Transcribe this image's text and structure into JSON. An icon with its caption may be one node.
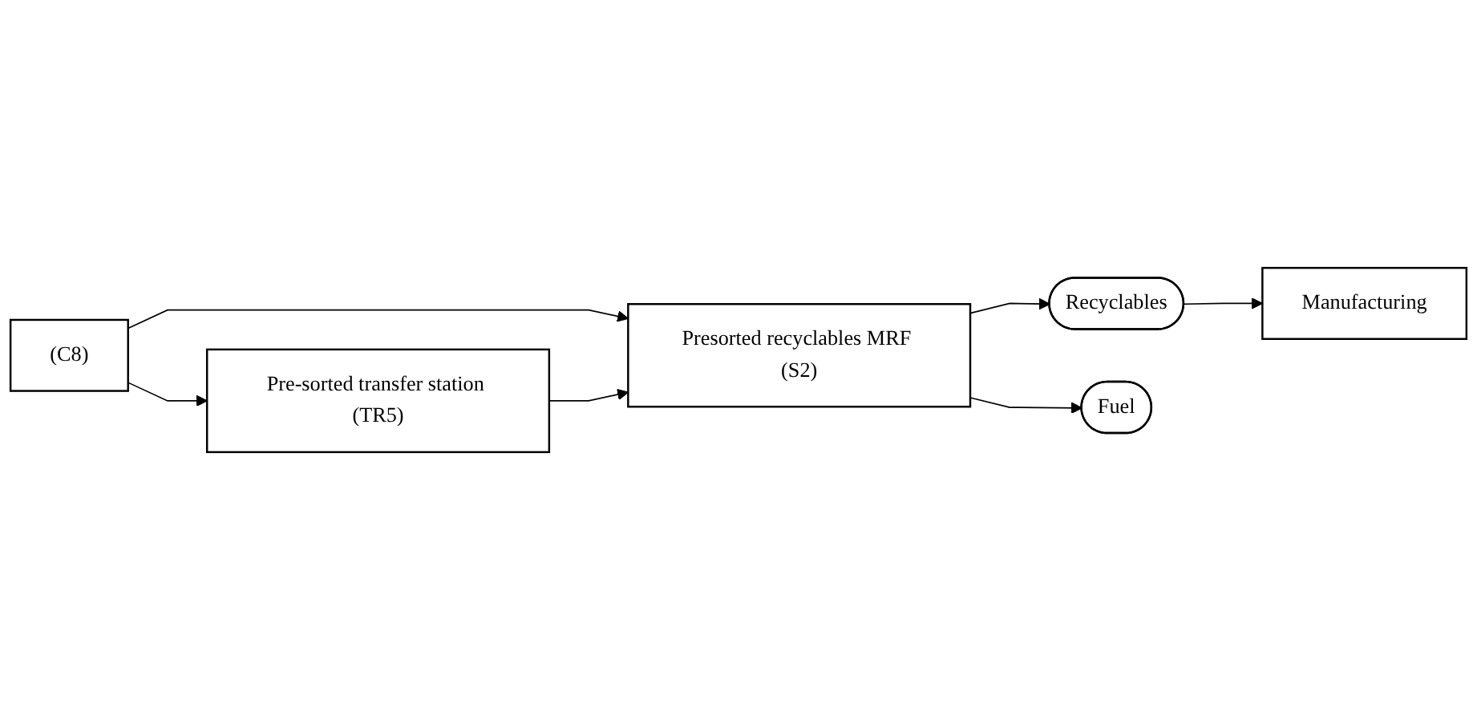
{
  "diagram": {
    "nodes": [
      {
        "text": [
          "(C8)"
        ]
      },
      {
        "text": [
          "Pre-sorted transfer station (TR5)"
        ]
      },
      {
        "text": [
          "Presorted recyclables MRF (S2)"
        ]
      },
      {
        "text": [
          "Recyclables"
        ]
      },
      {
        "text": [
          "Fuel"
        ]
      },
      {
        "text": [
          "Manufacturing"
        ]
      }
    ],
    "edges": [
      {
        "from": 0,
        "to": 1,
        "arrow": "to"
      },
      {
        "from": 0,
        "to": 2,
        "arrow": "to"
      },
      {
        "from": 1,
        "to": 2,
        "arrow": "to"
      },
      {
        "from": 2,
        "to": 3,
        "arrow": "to"
      },
      {
        "from": 2,
        "to": 4,
        "arrow": "to"
      },
      {
        "from": 3,
        "to": 5,
        "arrow": "to"
      }
    ]
  }
}
